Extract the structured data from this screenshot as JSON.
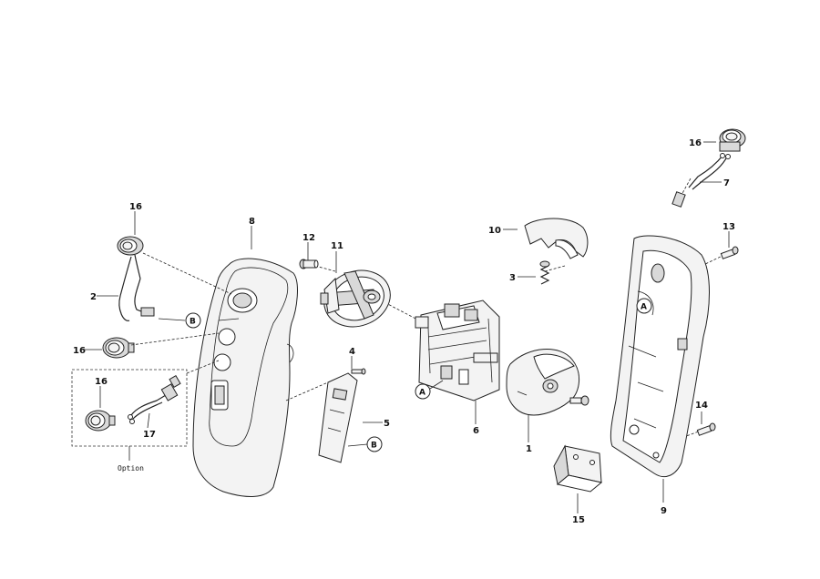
{
  "callouts": {
    "p1": "1",
    "p2": "2",
    "p3": "3",
    "p4": "4",
    "p5": "5",
    "p6": "6",
    "p7": "7",
    "p8": "8",
    "p9": "9",
    "p10": "10",
    "p11": "11",
    "p12": "12",
    "p13": "13",
    "p14": "14",
    "p15": "15",
    "p16a": "16",
    "p16b": "16",
    "p16c": "16",
    "p16d": "16",
    "p17": "17"
  },
  "markers": {
    "a1": "A",
    "a2": "A",
    "b1": "B",
    "b2": "B"
  },
  "option_label": "Option"
}
